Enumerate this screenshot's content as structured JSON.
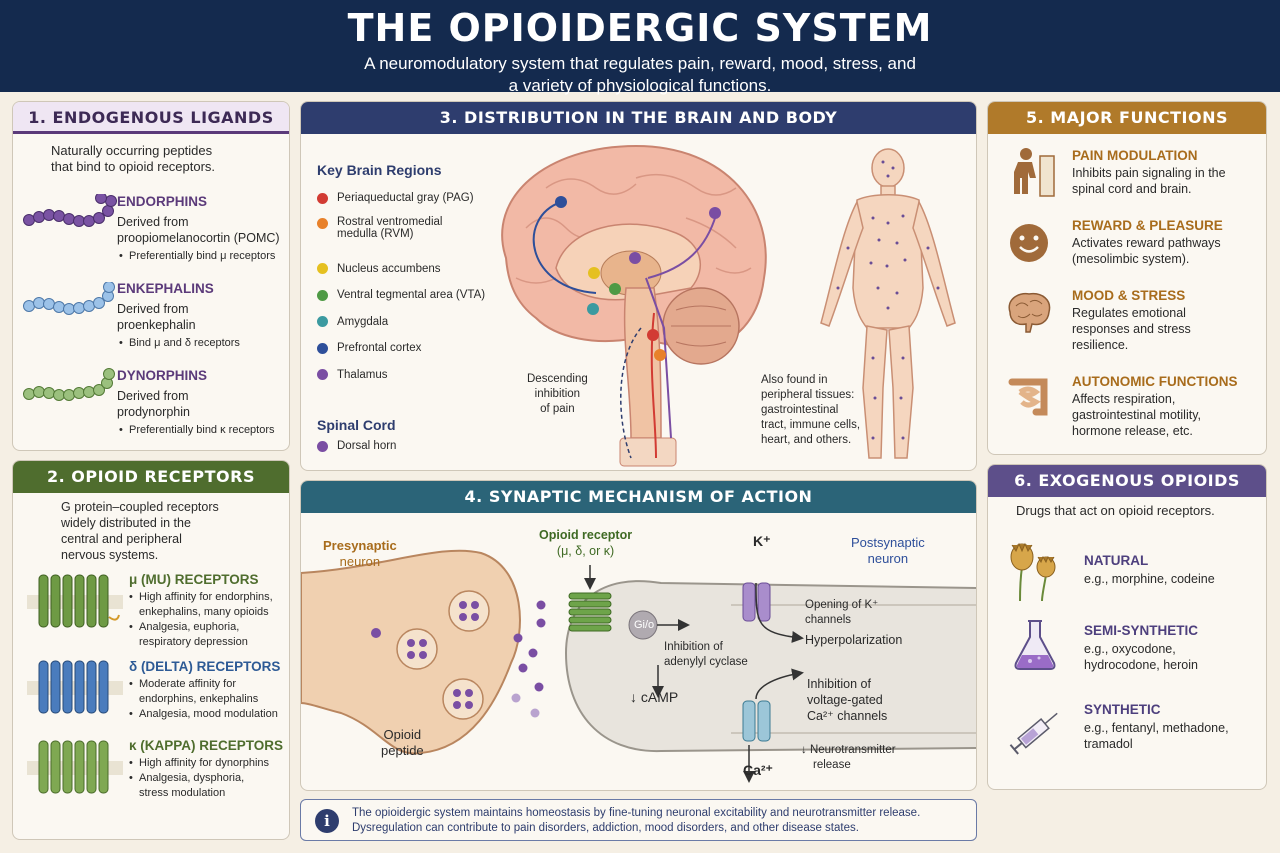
{
  "header": {
    "title": "THE OPIOIDERGIC SYSTEM",
    "subtitle_line1": "A neuromodulatory system that regulates pain, reward, mood, stress, and",
    "subtitle_line2": "a variety of physiological functions."
  },
  "ligands": {
    "title": "1. ENDOGENOUS LIGANDS",
    "intro_line1": "Naturally occurring peptides",
    "intro_line2": "that bind to opioid receptors.",
    "items": [
      {
        "name": "ENDORPHINS",
        "d1": "Derived from",
        "d2": "proopiomelanocortin (POMC)",
        "bullet": "Preferentially bind μ receptors",
        "color": "#7a53a3"
      },
      {
        "name": "ENKEPHALINS",
        "d1": "Derived from",
        "d2": "proenkephalin",
        "bullet": "Bind μ and δ receptors",
        "color": "#7fa8d8"
      },
      {
        "name": "DYNORPHINS",
        "d1": "Derived from",
        "d2": "prodynorphin",
        "bullet": "Preferentially bind κ receptors",
        "color": "#86b26a"
      }
    ]
  },
  "receptors": {
    "title": "2. OPIOID RECEPTORS",
    "intro": [
      "G protein–coupled receptors",
      "widely distributed in the",
      "central and peripheral",
      "nervous systems."
    ],
    "items": [
      {
        "name": "μ (MU) RECEPTORS",
        "bullets": [
          "High affinity for endorphins,",
          "enkephalins, many opioids",
          "Analgesia, euphoria,",
          "respiratory depression"
        ],
        "color": "#5e8a38"
      },
      {
        "name": "δ (DELTA) RECEPTORS",
        "bullets": [
          "Moderate affinity for",
          "endorphins, enkephalins",
          "Analgesia, mood modulation"
        ],
        "color": "#3f6fae"
      },
      {
        "name": "κ (KAPPA) RECEPTORS",
        "bullets": [
          "High affinity for dynorphins",
          "Analgesia, dysphoria,",
          "stress modulation"
        ],
        "color": "#6f9a44"
      }
    ]
  },
  "distribution": {
    "title": "3. DISTRIBUTION IN THE BRAIN AND BODY",
    "brain_heading": "Key Brain Regions",
    "regions": [
      {
        "label": "Periaqueductal gray (PAG)",
        "color": "#d23b33"
      },
      {
        "label": "Rostral ventromedial",
        "label2": "medulla (RVM)",
        "color": "#e8812a"
      },
      {
        "label": "Nucleus accumbens",
        "color": "#e5c020"
      },
      {
        "label": "Ventral tegmental area (VTA)",
        "color": "#4f9a45"
      },
      {
        "label": "Amygdala",
        "color": "#3b9aa0"
      },
      {
        "label": "Prefrontal cortex",
        "color": "#2e4f9a"
      },
      {
        "label": "Thalamus",
        "color": "#7a4ea3"
      }
    ],
    "spinal_heading": "Spinal Cord",
    "spinal_item": {
      "label": "Dorsal horn",
      "color": "#7a4ea3"
    },
    "descending": [
      "Descending",
      "inhibition",
      "of pain"
    ],
    "peripheral": [
      "Also found in",
      "peripheral tissues:",
      "gastrointestinal",
      "tract, immune cells,",
      "heart, and others."
    ]
  },
  "synapse": {
    "title": "4. SYNAPTIC MECHANISM OF ACTION",
    "presynaptic": [
      "Presynaptic",
      "neuron"
    ],
    "postsynaptic": [
      "Postsynaptic",
      "neuron"
    ],
    "receptor_label": [
      "Opioid receptor",
      "(μ, δ, or κ)"
    ],
    "g_protein": "Gi/o",
    "k_label": "K⁺",
    "k_effect": [
      "Opening of K⁺",
      "channels"
    ],
    "hyperpolarization": "Hyperpolarization",
    "adenylyl": [
      "Inhibition of",
      "adenylyl cyclase"
    ],
    "camp": "↓ cAMP",
    "ca_effect": [
      "Inhibition of",
      "voltage-gated",
      "Ca²⁺ channels"
    ],
    "ca_label": "Ca²⁺",
    "nt_release": [
      "↓ Neurotransmitter",
      "release"
    ],
    "opioid_peptide": [
      "Opioid",
      "peptide"
    ]
  },
  "functions": {
    "title": "5. MAJOR FUNCTIONS",
    "items": [
      {
        "name": "PAIN MODULATION",
        "desc": [
          "Inhibits pain signaling in the",
          "spinal cord and brain."
        ],
        "icon": "person-cane-icon"
      },
      {
        "name": "REWARD & PLEASURE",
        "desc": [
          "Activates reward pathways",
          "(mesolimbic system)."
        ],
        "icon": "smiley-icon"
      },
      {
        "name": "MOOD & STRESS",
        "desc": [
          "Regulates emotional",
          "responses and stress",
          "resilience."
        ],
        "icon": "brain-icon"
      },
      {
        "name": "AUTONOMIC FUNCTIONS",
        "desc": [
          "Affects respiration,",
          "gastrointestinal motility,",
          "hormone release, etc."
        ],
        "icon": "intestine-icon"
      }
    ]
  },
  "exogenous": {
    "title": "6. EXOGENOUS OPIOIDS",
    "intro": "Drugs that act on opioid receptors.",
    "items": [
      {
        "name": "NATURAL",
        "desc": [
          "e.g., morphine, codeine"
        ],
        "icon": "poppy-icon"
      },
      {
        "name": "SEMI-SYNTHETIC",
        "desc": [
          "e.g., oxycodone,",
          "hydrocodone, heroin"
        ],
        "icon": "flask-icon"
      },
      {
        "name": "SYNTHETIC",
        "desc": [
          "e.g., fentanyl, methadone,",
          "tramadol"
        ],
        "icon": "syringe-icon"
      }
    ]
  },
  "note": {
    "line1": "The opioidergic system maintains homeostasis by fine-tuning neuronal excitability and neurotransmitter release.",
    "line2": "Dysregulation can contribute to pain disorders, addiction, mood disorders, and other disease states."
  }
}
